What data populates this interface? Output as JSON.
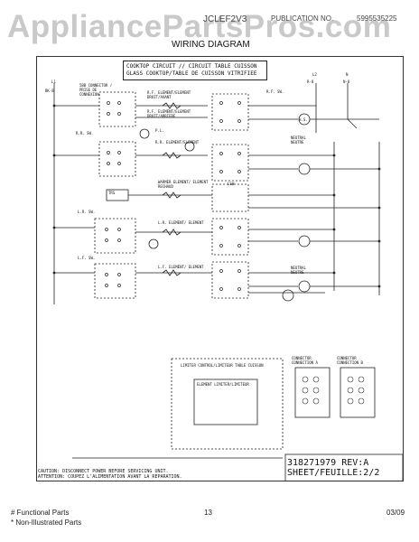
{
  "watermark": "AppliancePartsPros.com",
  "header": {
    "model_code": "JCLEF2V3",
    "label": "PUBLICATION NO.",
    "publication_no": "5995535225",
    "diagram_title": "WIRING DIAGRAM"
  },
  "circuit_title": {
    "line1": "COOKTOP CIRCUIT // CIRCUIT TABLE CUISSON",
    "line2": "GLASS COOKTOP/TABLE DE CUISSON VITRIFIEE"
  },
  "labels": {
    "l1": "L1",
    "l2": "L2",
    "n": "N",
    "bk8": "BK-8",
    "r8": "R-8",
    "n8": "N-8",
    "connector": "5BB CONNECTOR / PRISE DE CONNEXION",
    "rf_sw": "R.F. SW.",
    "rf_element": "R.F. ELEMENT/ELEMENT DROIT/AVANT",
    "rf_element2": "R.F. ELEMENT/ELEMENT DROIT/ARRIERE",
    "rr_element": "R.R. ELEMENT/ELEMENT",
    "pl": "P.L.",
    "rr_sw": "R.R. SW.",
    "warmer": "WARMER ELEMENT/ ELEMENT RECHAUD",
    "lr_sw": "L.R. SW.",
    "lr_element": "L.R. ELEMENT/ ELEMENT",
    "lf_sw": "L.F. SW.",
    "lf_element": "L.F. ELEMENT/ ELEMENT",
    "neutral": "NEUTRAL NEUTRE",
    "trs": "TRS",
    "lsw": "LSW",
    "hs": "H.S.",
    "connector_a": "CONNECTOR CONNECTION A",
    "connector_b": "CONNECTOR CONNECTION B",
    "inset_title": "LIMITER CONTROL/LIMITEUR TABLE CUISSON",
    "element_limit": "ELEMENT LIMITER/LIMITEUR"
  },
  "warning": {
    "line1": "CAUTION: DISCONNECT POWER BEFORE SERVICING UNIT.",
    "line2": "ATTENTION: COUPEZ L'ALIMENTATION AVANT LA REPARATION."
  },
  "part_info": {
    "number": "318271979 REV:A",
    "sheet": "SHEET/FEUILLE:2/2"
  },
  "footer": {
    "functional": "# Functional Parts",
    "non_illustrated": "* Non-Illustrated Parts",
    "page": "13",
    "date": "03/09"
  }
}
